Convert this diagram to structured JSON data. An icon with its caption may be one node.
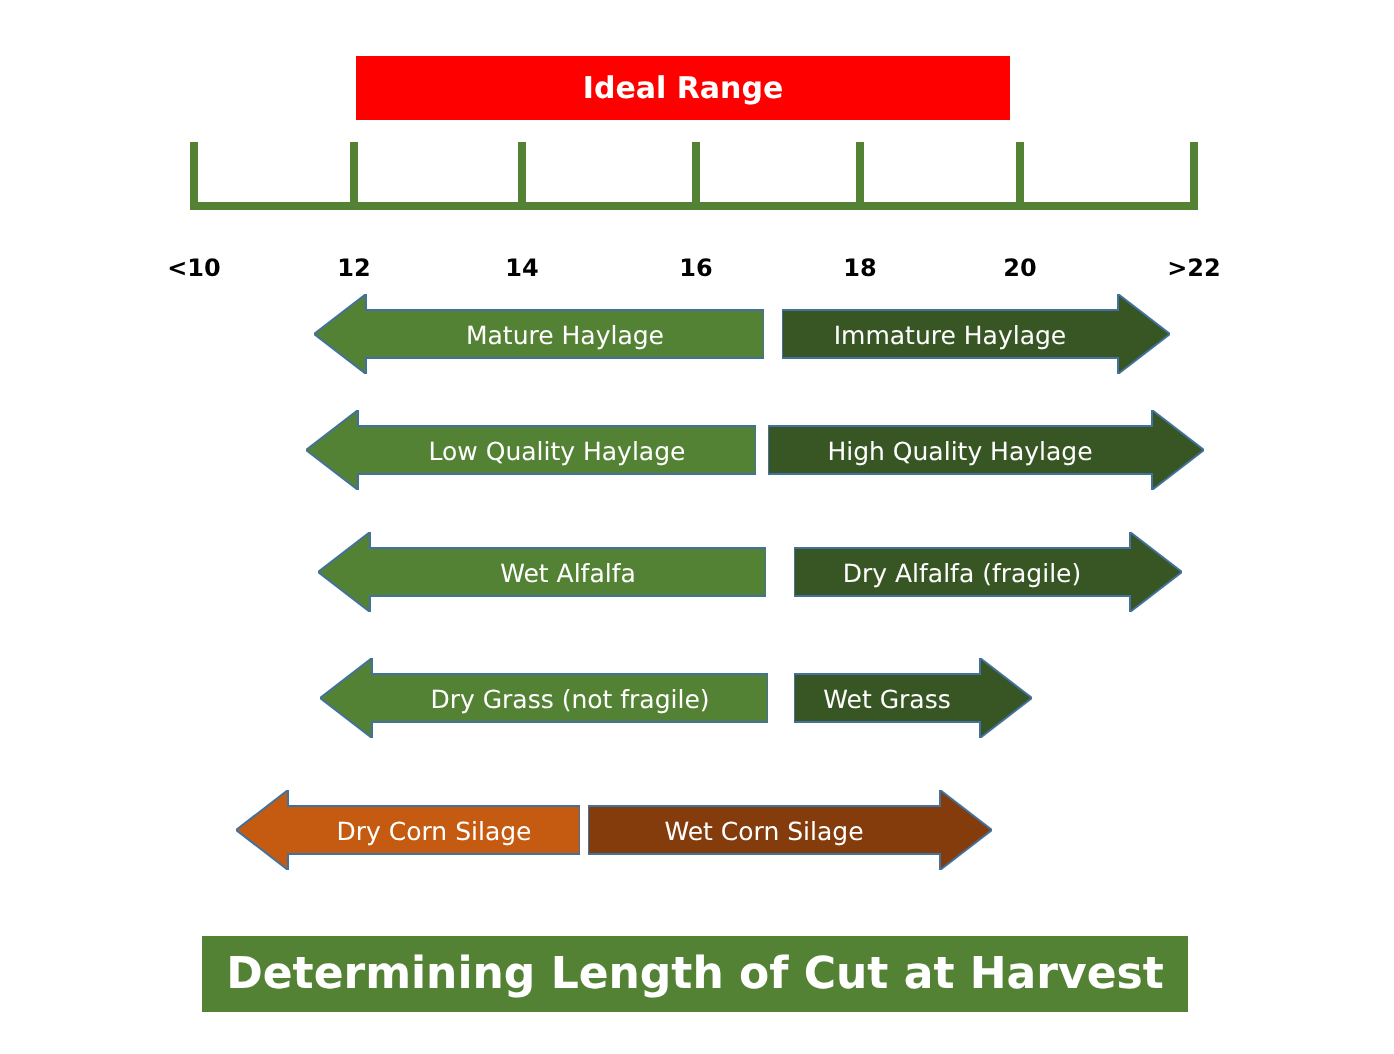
{
  "diagram": {
    "caption": "Determining Length of Cut at Harvest",
    "nodes": [
      {
        "text": [
          "Ideal Range"
        ]
      },
      {
        "text": [
          "Mature Haylage"
        ]
      },
      {
        "text": [
          "Immature Haylage"
        ]
      },
      {
        "text": [
          "Low Quality Haylage"
        ]
      },
      {
        "text": [
          "High Quality Haylage"
        ]
      },
      {
        "text": [
          "Wet Alfalfa"
        ]
      },
      {
        "text": [
          "Dry Alfalfa (fragile)"
        ]
      },
      {
        "text": [
          "Dry Grass (not fragile)"
        ]
      },
      {
        "text": [
          "Wet Grass"
        ]
      },
      {
        "text": [
          "Dry Corn Silage"
        ]
      },
      {
        "text": [
          "Wet Corn Silage"
        ]
      }
    ],
    "labels": [
      "<10",
      "12",
      "14",
      "16",
      "18",
      "20",
      ">22"
    ]
  }
}
